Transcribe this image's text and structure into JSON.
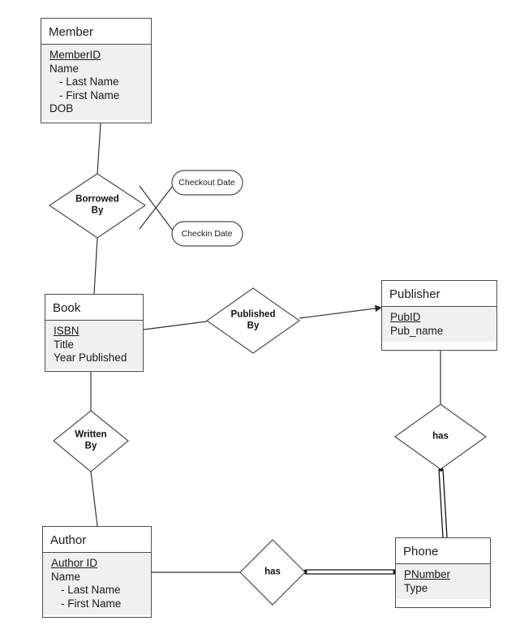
{
  "diagram": {
    "title": "Library Entity-Relationship Diagram",
    "type": "er-diagram",
    "colors": {
      "stroke": "#4d4d4d",
      "line": "#333333",
      "entity_header_fill": "#ffffff",
      "entity_attr_fill": "#f0f0f0",
      "text": "#1a1a1a",
      "background": "#ffffff"
    }
  },
  "entities": {
    "member": {
      "name": "Member",
      "attributes": [
        {
          "label": "MemberID",
          "key": true,
          "sub": false
        },
        {
          "label": "Name",
          "key": false,
          "sub": false
        },
        {
          "label": "- Last Name",
          "key": false,
          "sub": true
        },
        {
          "label": "- First Name",
          "key": false,
          "sub": true
        },
        {
          "label": "DOB",
          "key": false,
          "sub": false
        }
      ]
    },
    "book": {
      "name": "Book",
      "attributes": [
        {
          "label": "ISBN",
          "key": true,
          "sub": false
        },
        {
          "label": "Title",
          "key": false,
          "sub": false
        },
        {
          "label": "Year Published",
          "key": false,
          "sub": false
        }
      ]
    },
    "publisher": {
      "name": "Publisher",
      "attributes": [
        {
          "label": "PubID",
          "key": true,
          "sub": false
        },
        {
          "label": "Pub_name",
          "key": false,
          "sub": false
        }
      ]
    },
    "author": {
      "name": "Author",
      "attributes": [
        {
          "label": "Author ID",
          "key": true,
          "sub": false
        },
        {
          "label": "Name",
          "key": false,
          "sub": false
        },
        {
          "label": "- Last Name",
          "key": false,
          "sub": true
        },
        {
          "label": "- First Name",
          "key": false,
          "sub": true
        }
      ]
    },
    "phone": {
      "name": "Phone",
      "attributes": [
        {
          "label": "PNumber",
          "key": true,
          "sub": false
        },
        {
          "label": "Type",
          "key": false,
          "sub": false
        }
      ]
    }
  },
  "relationships": {
    "borrowed_by": {
      "label": "Borrowed\nBy"
    },
    "published_by": {
      "label": "Published\nBy"
    },
    "written_by": {
      "label": "Written\nBy"
    },
    "publisher_has": {
      "label": "has"
    },
    "author_has": {
      "label": "has"
    }
  },
  "attribute_ovals": {
    "checkout_date": {
      "label": "Checkout Date"
    },
    "checkin_date": {
      "label": "Checkin Date"
    }
  }
}
